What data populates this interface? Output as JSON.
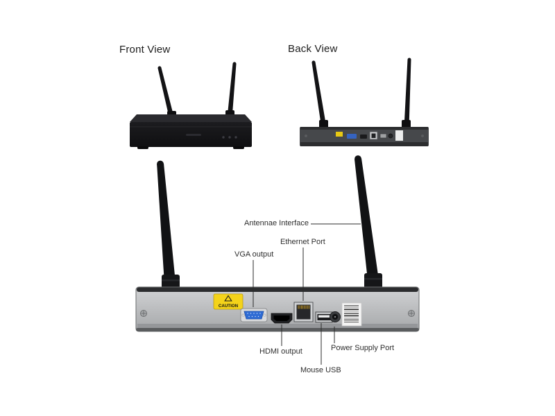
{
  "views": {
    "front": {
      "label": "Front View"
    },
    "back": {
      "label": "Back View"
    }
  },
  "annotations": {
    "antennae": "Antennae Interface",
    "ethernet": "Ethernet Port",
    "vga": "VGA output",
    "hdmi": "HDMI output",
    "mouse_usb": "Mouse USB",
    "power": "Power Supply Port"
  },
  "panel": {
    "caution_label": "CAUTION"
  },
  "colors": {
    "background": "#ffffff",
    "device_black": "#131315",
    "panel_gray": "#b8babc",
    "caution_yellow": "#f4d31a",
    "vga_blue": "#2e6bd4"
  }
}
